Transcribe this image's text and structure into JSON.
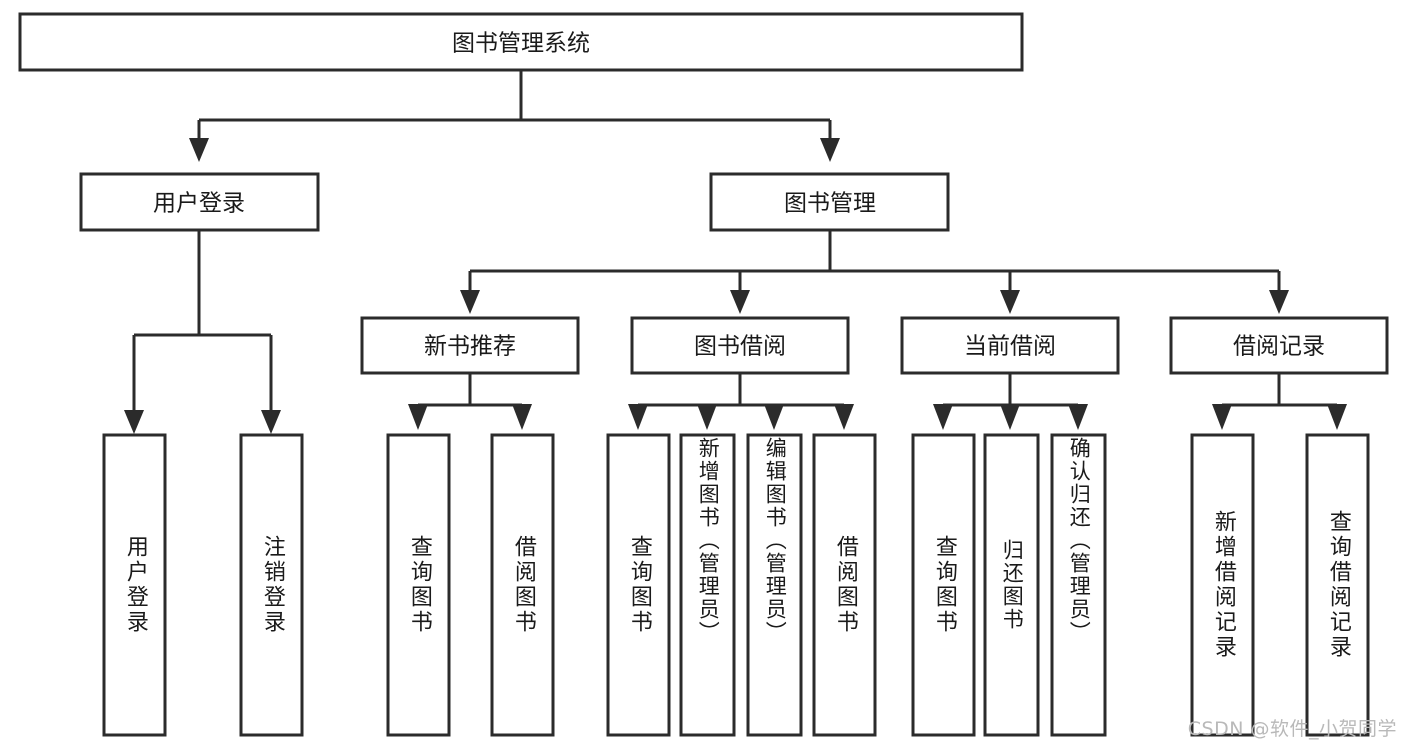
{
  "diagram": {
    "title": "图书管理系统",
    "watermark": "CSDN @软件_小贺同学",
    "colors": {
      "stroke": "#2b2b2b",
      "fill": "#ffffff",
      "text": "#1a1a1a",
      "watermark": "#b9b9b9",
      "background": "#ffffff"
    },
    "root": {
      "label": "图书管理系统"
    },
    "level2": [
      {
        "label": "用户登录"
      },
      {
        "label": "图书管理"
      }
    ],
    "level3": [
      {
        "label": "新书推荐"
      },
      {
        "label": "图书借阅"
      },
      {
        "label": "当前借阅"
      },
      {
        "label": "借阅记录"
      }
    ],
    "leaves": {
      "user_login": [
        {
          "label": "用户登录"
        },
        {
          "label": "注销登录"
        }
      ],
      "new_book": [
        {
          "label": "查询图书"
        },
        {
          "label": "借阅图书"
        }
      ],
      "book_borrow": [
        {
          "label": "查询图书"
        },
        {
          "label": "新增图书（管理员）"
        },
        {
          "label": "编辑图书（管理员）"
        },
        {
          "label": "借阅图书"
        }
      ],
      "current_borrow": [
        {
          "label": "查询图书"
        },
        {
          "label": "归还图书"
        },
        {
          "label": "确认归还（管理员）"
        }
      ],
      "borrow_record": [
        {
          "label": "新增借阅记录"
        },
        {
          "label": "查询借阅记录"
        }
      ]
    }
  }
}
